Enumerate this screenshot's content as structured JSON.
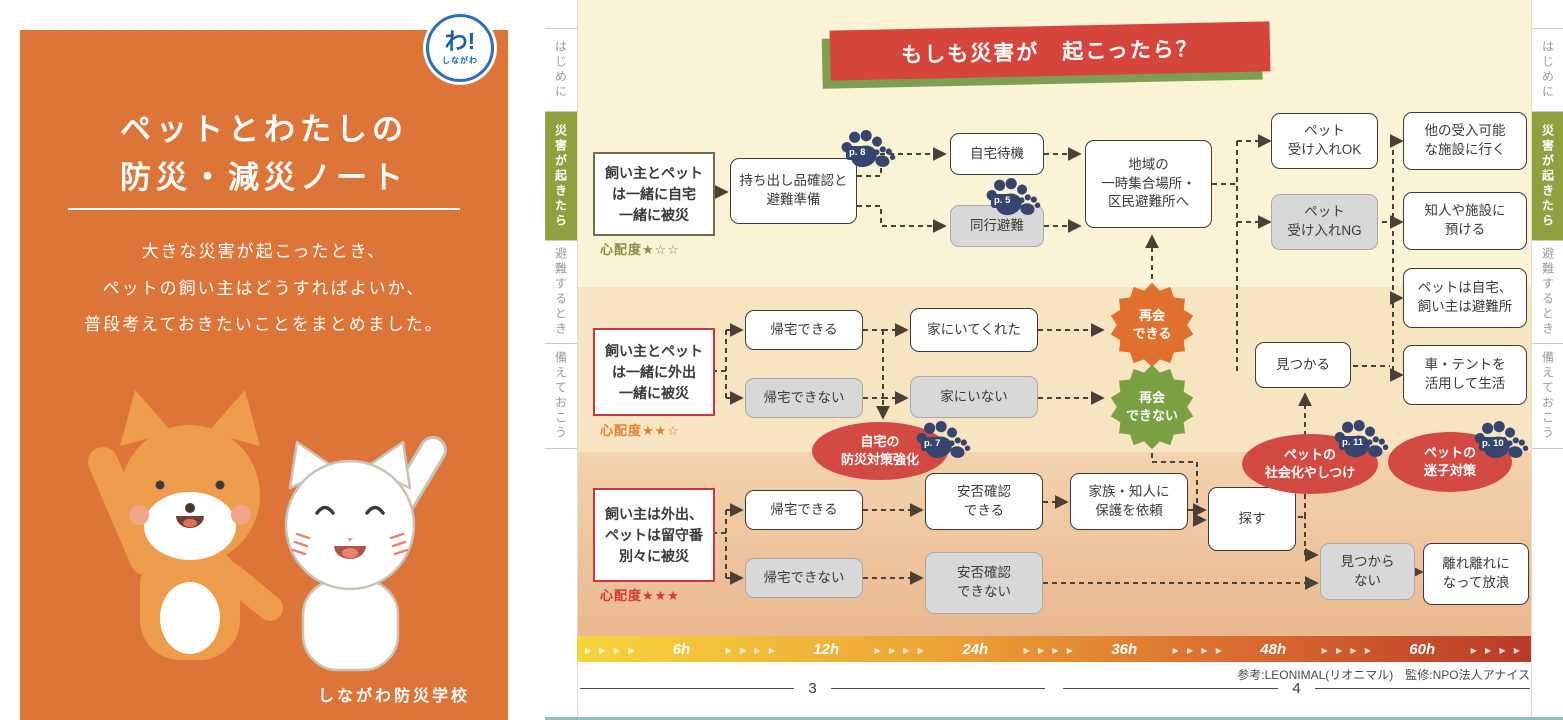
{
  "cover": {
    "logo": {
      "main": "わ!",
      "sub": "しながわ"
    },
    "title_line1": "ペットとわたしの",
    "title_line2": "防災・減災ノート",
    "subtitle_lines": [
      "大きな災害が起こったとき、",
      "ペットの飼い主はどうすればよいか、",
      "普段考えておきたいことをまとめました。"
    ],
    "footer": "しながわ防災学校"
  },
  "tabs": [
    "はじめに",
    "災害が起きたら",
    "避難するとき",
    "備えておこう"
  ],
  "banner": {
    "title": "もしも災害が　起こったら？"
  },
  "flow": {
    "scenarios": [
      {
        "label": "飼い主とペット\nは一緒に自宅\n一緒に被災",
        "worry": "心配度★☆☆"
      },
      {
        "label": "飼い主とペット\nは一緒に外出\n一緒に被災",
        "worry": "心配度★★☆"
      },
      {
        "label": "飼い主は外出、\nペットは留守番\n別々に被災",
        "worry": "心配度★★★"
      }
    ],
    "nodes": {
      "prep": "持ち出し品確認と\n避難準備",
      "stay_home": "自宅待機",
      "evac_together": "同行避難",
      "shelter": "地域の\n一時集合場所・\n区民避難所へ",
      "pets_ok": "ペット\n受け入れOK",
      "pets_ng": "ペット\n受け入れNG",
      "other_facility": "他の受入可能\nな施設に行く",
      "entrust": "知人や施設に\n預ける",
      "pet_home": "ペットは自宅、\n飼い主は避難所",
      "car_tent": "車・テントを\n活用して生活",
      "can_return2": "帰宅できる",
      "cannot_return2": "帰宅できない",
      "pet_was_home": "家にいてくれた",
      "pet_not_home": "家にいない",
      "reunited": "再会\nできる",
      "not_reunited": "再会\nできない",
      "found": "見つかる",
      "home_measures": "自宅の\n防災対策強化",
      "can_return3": "帰宅できる",
      "cannot_return3": "帰宅できない",
      "safety_ok": "安否確認\nできる",
      "safety_ng": "安否確認\nできない",
      "ask_family": "家族・知人に\n保護を依頼",
      "search": "探す",
      "socialization": "ペットの\n社会化やしつけ",
      "lost_measures": "ペットの\n迷子対策",
      "not_found": "見つから\nない",
      "wandering": "離れ離れに\nなって放浪"
    },
    "paws": {
      "p8": "p. 8",
      "p5": "p. 5",
      "p7": "p. 7",
      "p11": "p. 11",
      "p10": "p. 10"
    }
  },
  "timeline": {
    "labels": [
      "6h",
      "12h",
      "24h",
      "36h",
      "48h",
      "60h"
    ]
  },
  "footer": {
    "credit": "参考:LEONIMAL(リオニマル)　監修:NPO法人アナイス",
    "page_left": "3",
    "page_right": "4"
  },
  "colors": {
    "cover_orange": "#DD7438",
    "banner_red": "#D6453C",
    "banner_shadow_green": "#7E9E51",
    "tab_green": "#8DA23E",
    "burst_orange": "#E0702D",
    "burst_green": "#7BA041",
    "ellipse_red": "#D34A42",
    "paw_navy": "#35456E",
    "gray_box": "#D8D8D8"
  }
}
